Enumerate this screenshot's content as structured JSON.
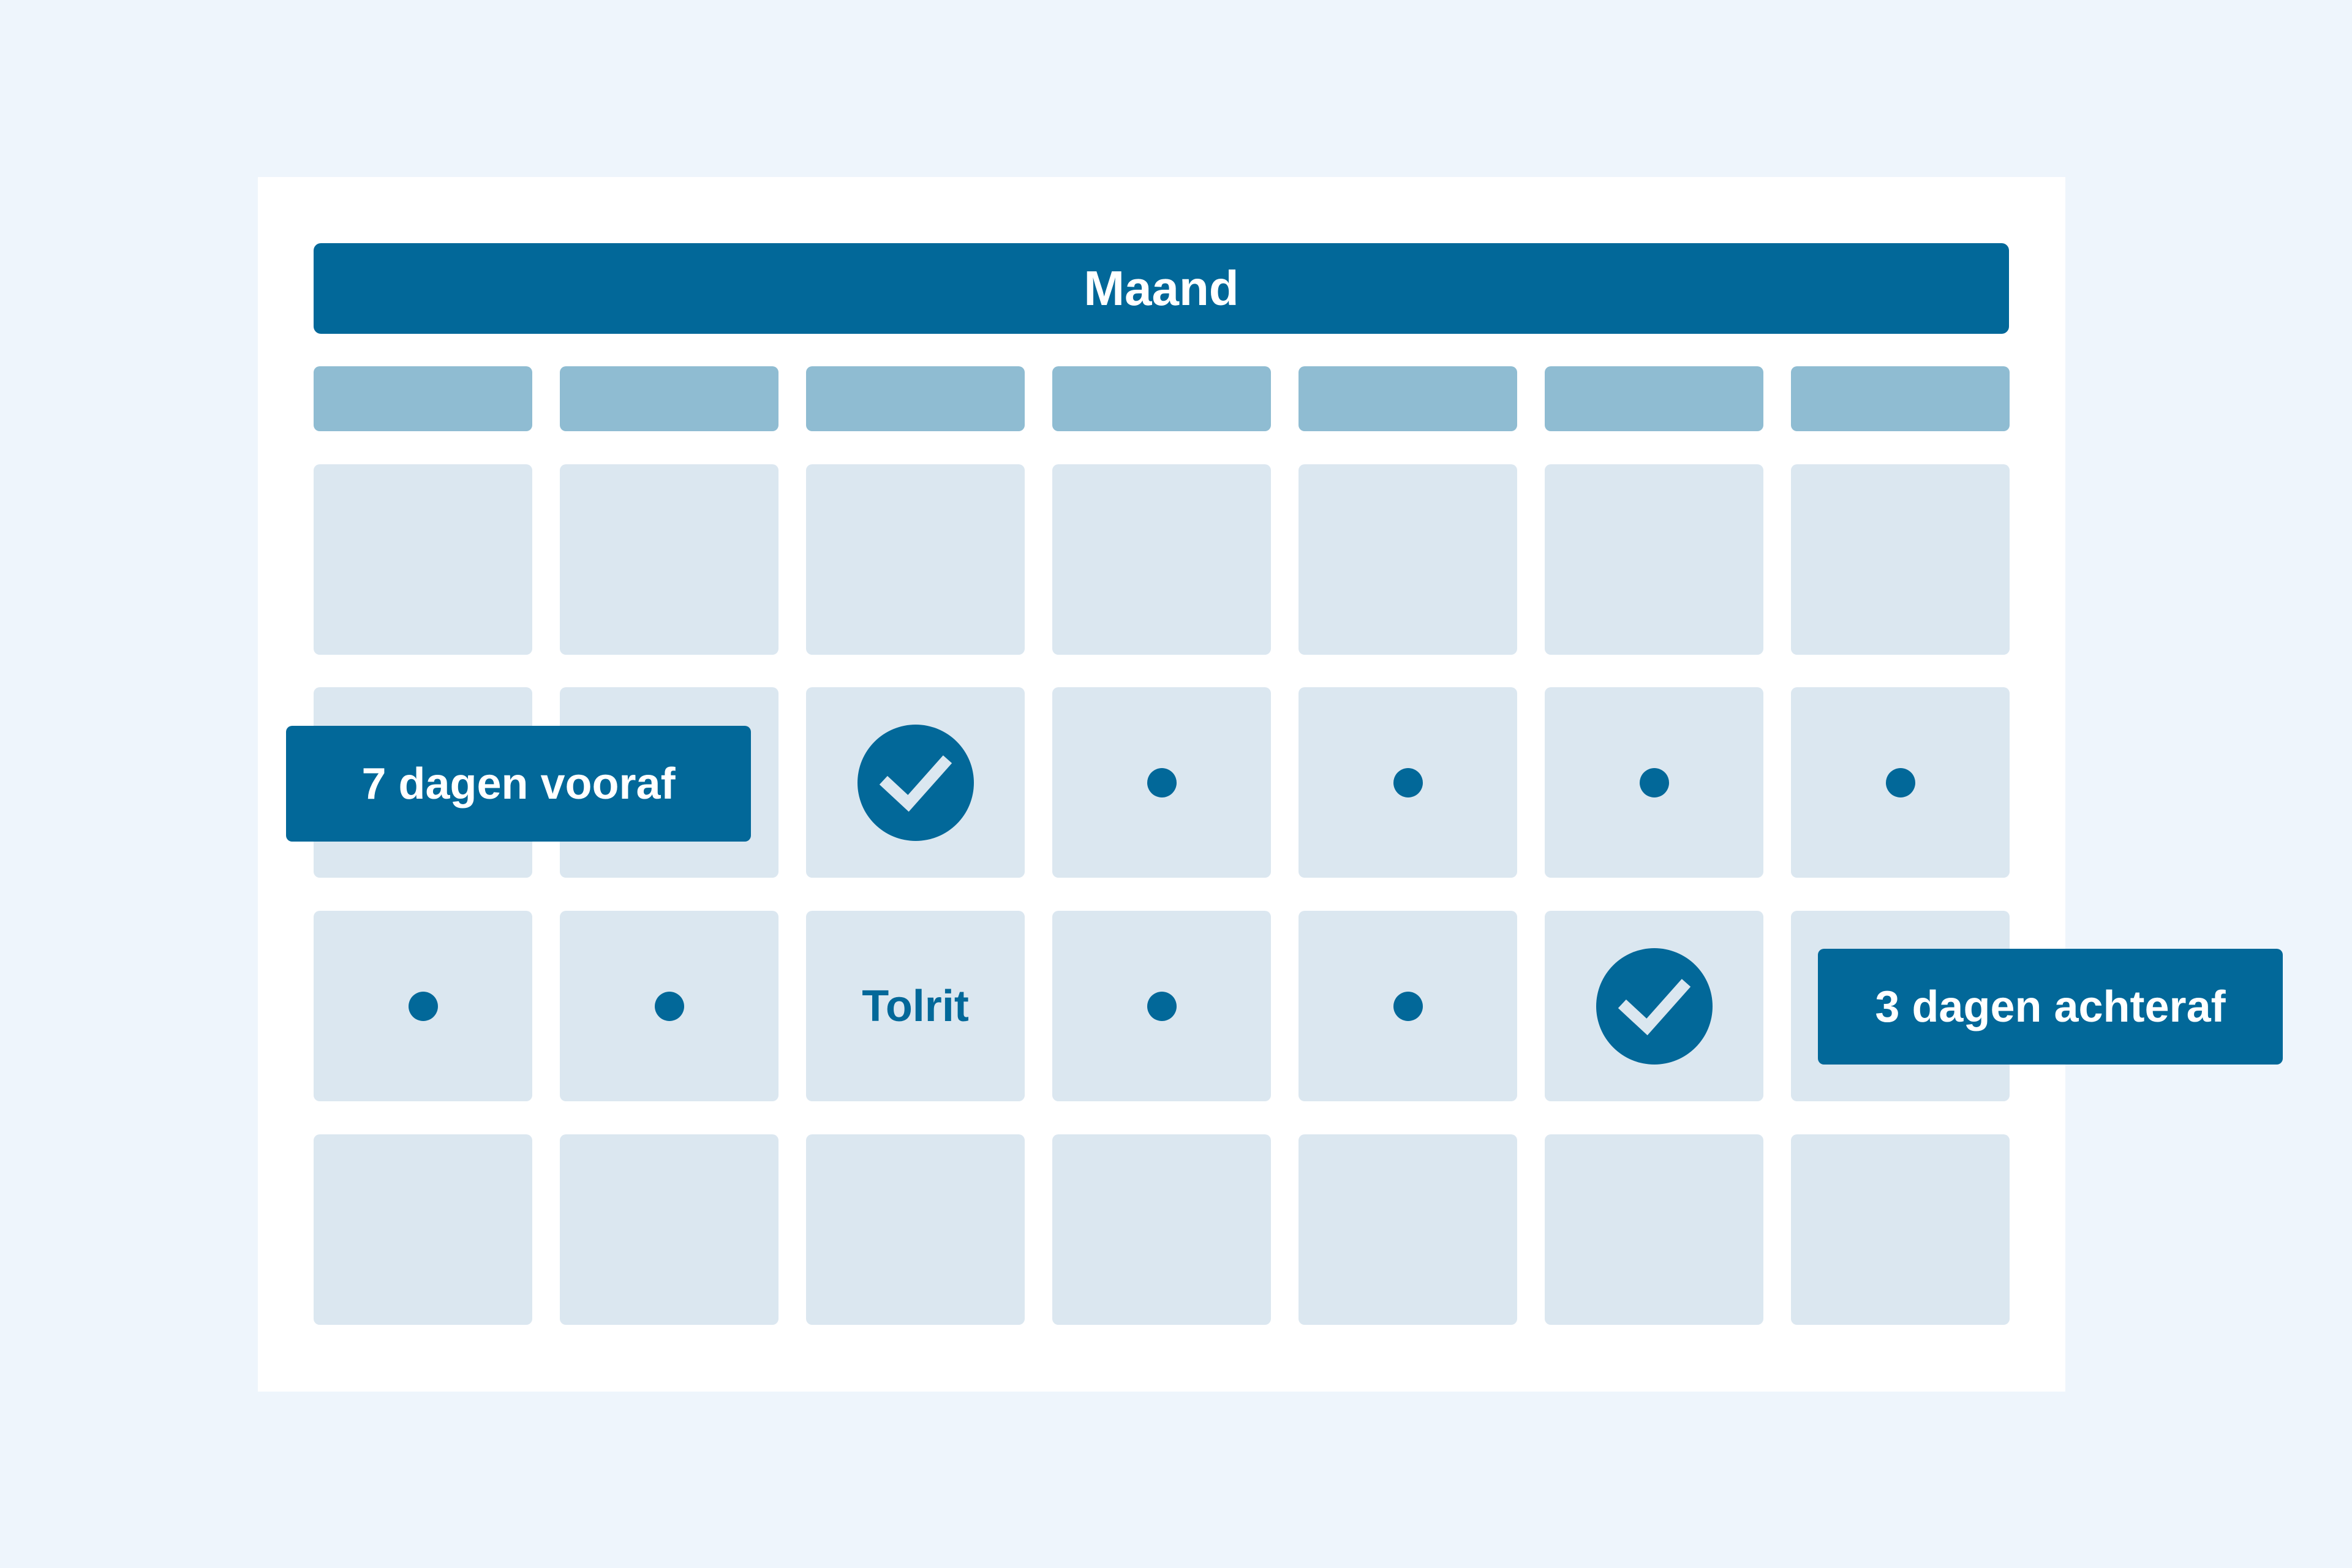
{
  "calendar": {
    "title": "Maand",
    "rows": [
      [
        "empty",
        "empty",
        "empty",
        "empty",
        "empty",
        "empty",
        "empty"
      ],
      [
        "empty",
        "empty",
        "check",
        "dot",
        "dot",
        "dot",
        "dot"
      ],
      [
        "dot",
        "dot",
        "text",
        "dot",
        "dot",
        "check",
        "empty"
      ],
      [
        "empty",
        "empty",
        "empty",
        "empty",
        "empty",
        "empty",
        "empty"
      ]
    ],
    "event_label": "Tolrit"
  },
  "callouts": {
    "before": "7 dagen vooraf",
    "after": "3 dagen achteraf"
  },
  "colors": {
    "background": "#eef5fc",
    "card": "#ffffff",
    "primary": "#026899",
    "day_header": "#8fbcd2",
    "cell": "#dbe7f0",
    "check_mark": "#dbe7f0"
  }
}
